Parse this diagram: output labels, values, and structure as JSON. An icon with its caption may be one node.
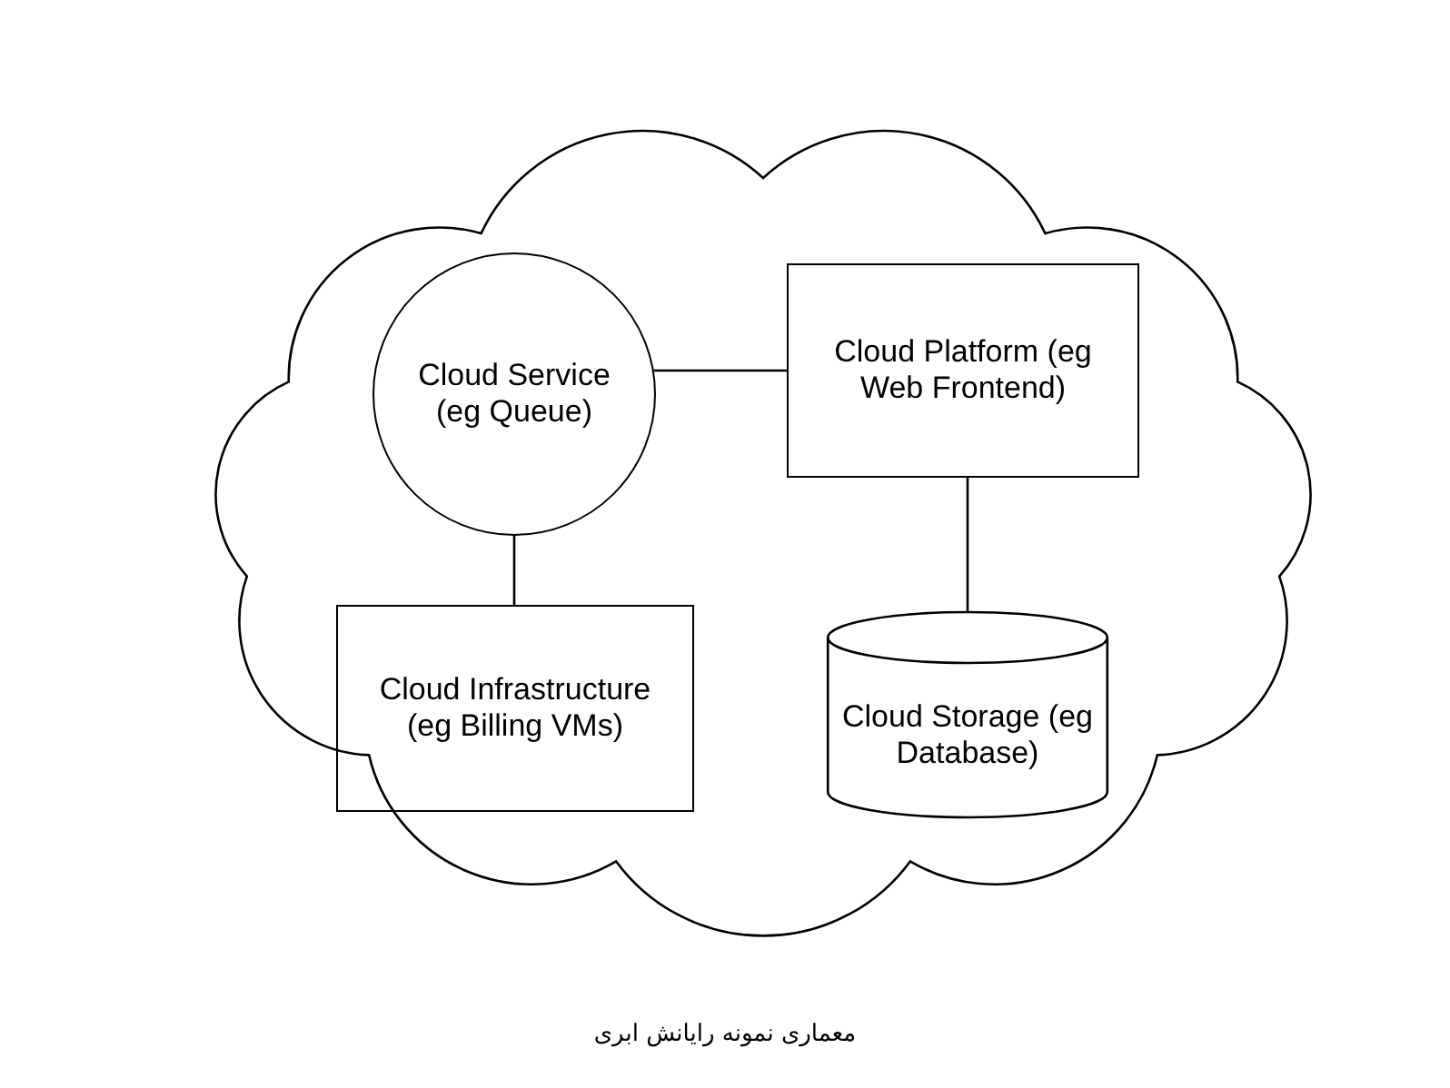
{
  "diagram": {
    "caption": "معماری نمونه رایانش ابری",
    "nodes": [
      {
        "text": [],
        "shape": "cloud"
      },
      {
        "text": [
          "Cloud Service (eg Queue)"
        ],
        "in": 0
      },
      {
        "text": [
          "Cloud Platform (eg Web Frontend)"
        ],
        "in": 0
      },
      {
        "text": [
          "Cloud Infrastructure (eg Billing VMs)"
        ],
        "in": 0
      },
      {
        "text": [
          "Cloud Storage (eg Database)"
        ],
        "in": 0
      }
    ],
    "edges": [
      {
        "from": 1,
        "to": 2,
        "arrow": "none"
      },
      {
        "from": 1,
        "to": 3,
        "arrow": "none"
      },
      {
        "from": 2,
        "to": 4,
        "arrow": "none"
      }
    ]
  }
}
